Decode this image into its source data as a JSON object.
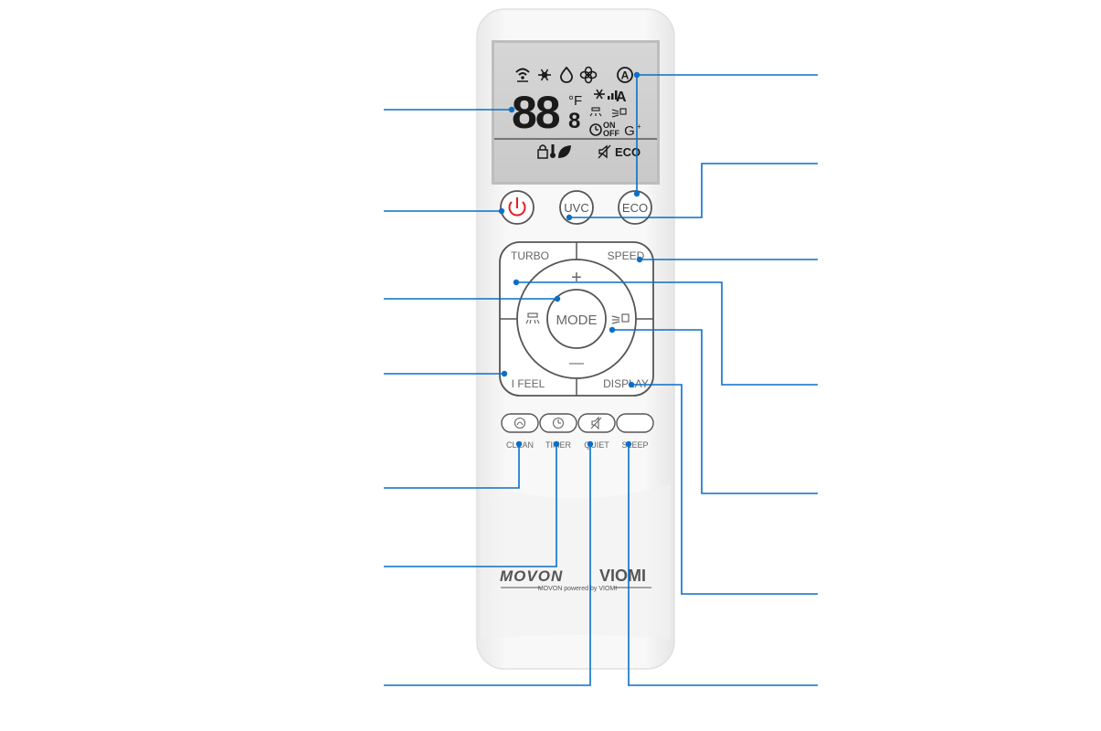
{
  "colors": {
    "body": "#f4f4f4",
    "lcd": "#d0d0d0",
    "lcd_text": "#1a1a1a",
    "button_stroke": "#555555",
    "power_accent": "#e02020",
    "callout": "#0a6fc8",
    "label": "#666666"
  },
  "display": {
    "digits": "88",
    "decimal_digit": "8",
    "temp_unit": "°F",
    "fan_auto": "A",
    "timer_on": "ON",
    "timer_off": "OFF",
    "eco": "ECO"
  },
  "buttons": {
    "uvc": "UVC",
    "eco": "ECO",
    "turbo": "TURBO",
    "speed": "SPEED",
    "mode": "MODE",
    "ifeel": "I FEEL",
    "display": "DISPLAY",
    "plus": "+",
    "minus": "—"
  },
  "small_buttons": {
    "clean": "CLEAN",
    "timer": "TIMER",
    "quiet": "QUIET",
    "sleep": "SLEEP"
  },
  "brand": {
    "movon": "MOVON",
    "viomi": "VIOMI",
    "tagline": "MOVON powered by VIOMI"
  },
  "icons": {
    "power": "power-icon",
    "wifi": "wifi-icon",
    "snowflake": "snowflake-icon",
    "drop": "drop-icon",
    "fan": "fan-icon",
    "auto": "auto-mode-icon",
    "swing_vertical": "swing-vertical-icon",
    "swing_horizontal": "swing-horizontal-icon",
    "clean": "clean-icon",
    "clock": "clock-icon",
    "mute": "mute-icon",
    "moon": "moon-icon",
    "lock": "lock-icon",
    "thermometer": "thermometer-icon",
    "leaf": "leaf-icon"
  }
}
